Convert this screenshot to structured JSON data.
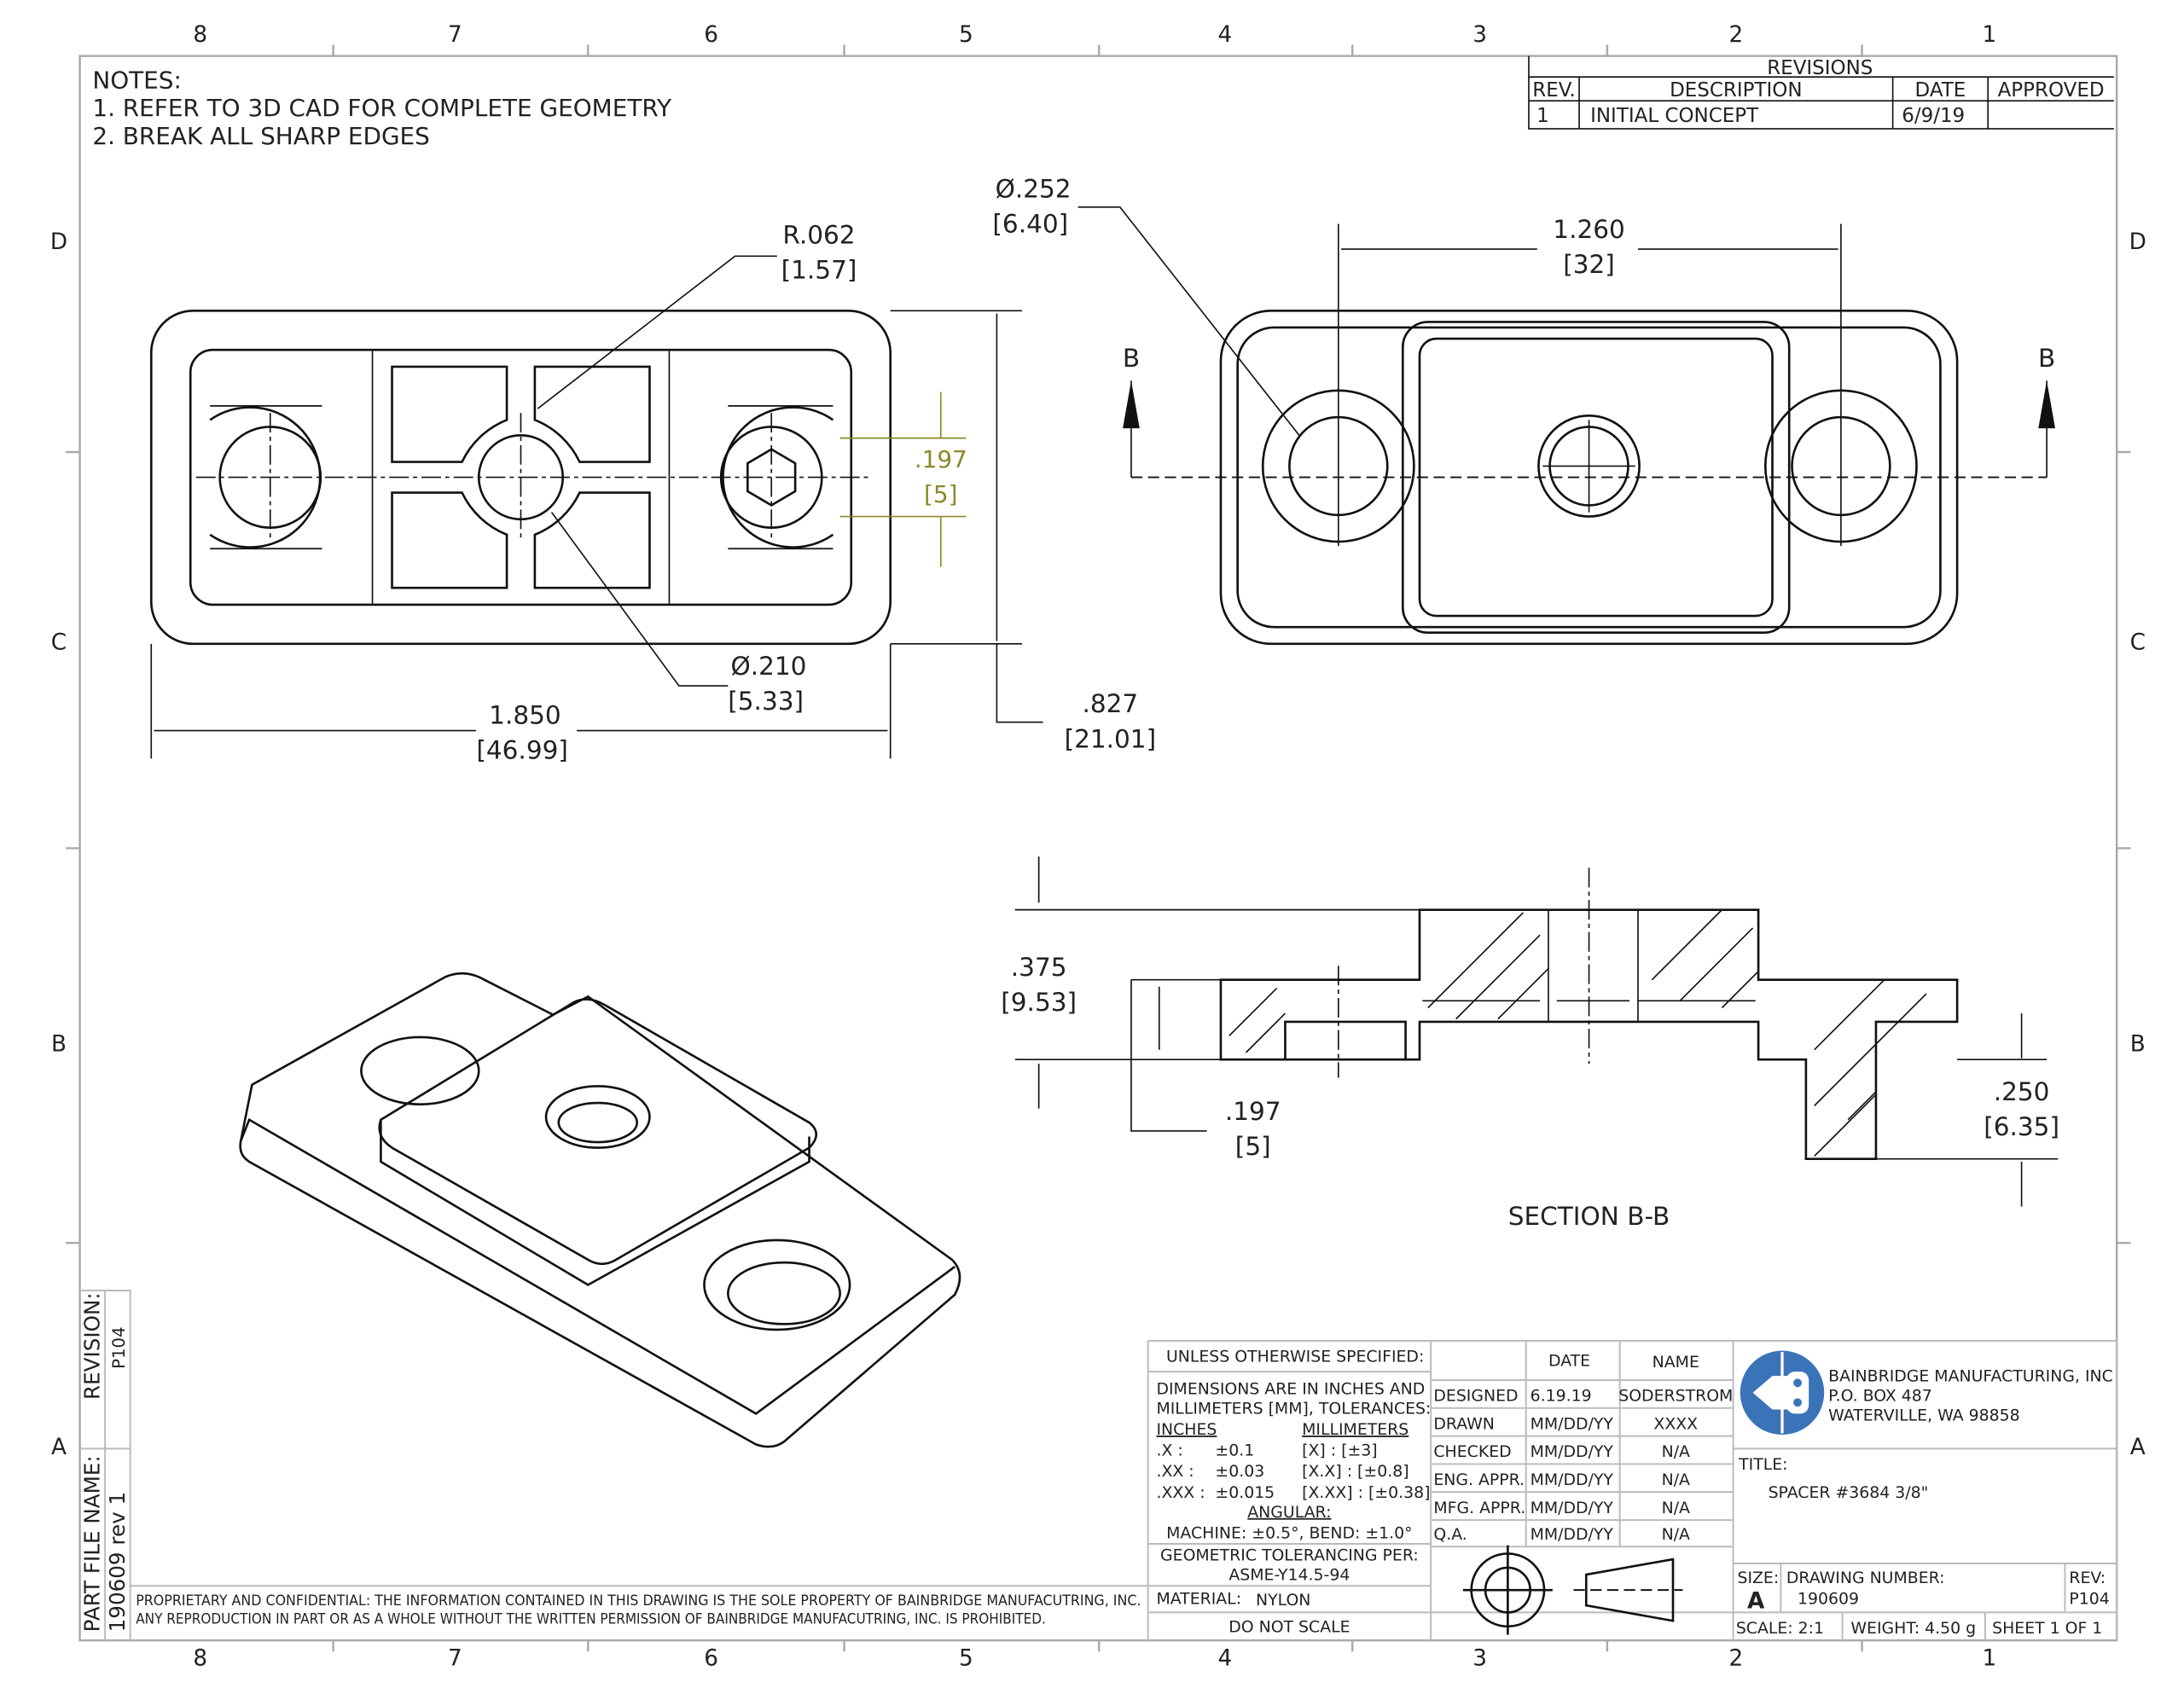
{
  "zones": {
    "cols": [
      "8",
      "7",
      "6",
      "5",
      "4",
      "3",
      "2",
      "1"
    ],
    "rows": [
      "D",
      "C",
      "B",
      "A"
    ]
  },
  "notes": {
    "title": "NOTES:",
    "items": [
      "1.  REFER TO 3D CAD FOR COMPLETE GEOMETRY",
      "2.  BREAK ALL SHARP EDGES"
    ]
  },
  "revisions": {
    "title": "REVISIONS",
    "headers": [
      "REV.",
      "DESCRIPTION",
      "DATE",
      "APPROVED"
    ],
    "rows": [
      [
        "1",
        "INITIAL CONCEPT",
        "6/9/19",
        ""
      ]
    ]
  },
  "dimensions": {
    "r062": "R.062",
    "r062_mm": "[1.57]",
    "d210": "Ø.210",
    "d210_mm": "[5.33]",
    "w1850": "1.850",
    "w1850_mm": "[46.99]",
    "h827": ".827",
    "h827_mm": "[21.01]",
    "s197": ".197",
    "s197_mm": "[5]",
    "d252": "Ø.252",
    "d252_mm": "[6.40]",
    "c1260": "1.260",
    "c1260_mm": "[32]",
    "h375": ".375",
    "h375_mm": "[9.53]",
    "h197": ".197",
    "h197_mm": "[5]",
    "h250": ".250",
    "h250_mm": "[6.35]",
    "sec_left": "B",
    "sec_right": "B",
    "section_label": "SECTION B-B"
  },
  "side_block": {
    "revision_label": "REVISION:",
    "revision": "P104",
    "file_label": "PART FILE NAME:",
    "file": "190609 rev 1"
  },
  "proprietary": [
    "PROPRIETARY AND CONFIDENTIAL: THE INFORMATION CONTAINED IN THIS DRAWING IS THE SOLE PROPERTY OF BAINBRIDGE MANUFACUTRING, INC.",
    "ANY REPRODUCTION IN PART OR AS A WHOLE WITHOUT THE WRITTEN PERMISSION OF BAINBRIDGE MANUFACUTRING, INC. IS PROHIBITED."
  ],
  "tolerances": {
    "unless": "UNLESS OTHERWISE SPECIFIED:",
    "line1": "DIMENSIONS ARE IN INCHES AND",
    "line2": "MILLIMETERS [MM], TOLERANCES:",
    "inches": "INCHES",
    "millimeters": "MILLIMETERS",
    "rows": [
      [
        ".X :",
        "±0.1",
        "[X]      : [±3]"
      ],
      [
        ".XX :",
        "±0.03",
        "[X.X]   : [±0.8]"
      ],
      [
        ".XXX :",
        "±0.015",
        "[X.XX] : [±0.38]"
      ]
    ],
    "angular": "ANGULAR:",
    "angular_value": "MACHINE: ±0.5°, BEND: ±1.0°",
    "gdt": "GEOMETRIC TOLERANCING PER:",
    "gdt_std": "ASME-Y14.5-94",
    "material_label": "MATERIAL:",
    "material": "NYLON",
    "do_not_scale": "DO NOT SCALE"
  },
  "approvals": {
    "headers": [
      "DATE",
      "NAME"
    ],
    "rows": [
      [
        "DESIGNED",
        "6.19.19",
        "SODERSTROM"
      ],
      [
        "DRAWN",
        "MM/DD/YY",
        "XXXX"
      ],
      [
        "CHECKED",
        "MM/DD/YY",
        "N/A"
      ],
      [
        "ENG. APPR.",
        "MM/DD/YY",
        "N/A"
      ],
      [
        "MFG. APPR.",
        "MM/DD/YY",
        "N/A"
      ],
      [
        "Q.A.",
        "MM/DD/YY",
        "N/A"
      ]
    ]
  },
  "company": {
    "name": "BAINBRIDGE MANUFACTURING, INC",
    "address1": "P.O. BOX 487",
    "address2": "WATERVILLE, WA 98858",
    "logo_color": "#3a73b8"
  },
  "title_block": {
    "title_label": "TITLE:",
    "title": "SPACER #3684  3/8\"",
    "size_label": "SIZE:",
    "size": "A",
    "drawing_label": "DRAWING NUMBER:",
    "drawing_number": "190609",
    "rev_label": "REV:",
    "rev": "P104",
    "scale": "SCALE: 2:1",
    "weight": "WEIGHT: 4.50 g",
    "sheet": "SHEET 1 OF 1"
  }
}
